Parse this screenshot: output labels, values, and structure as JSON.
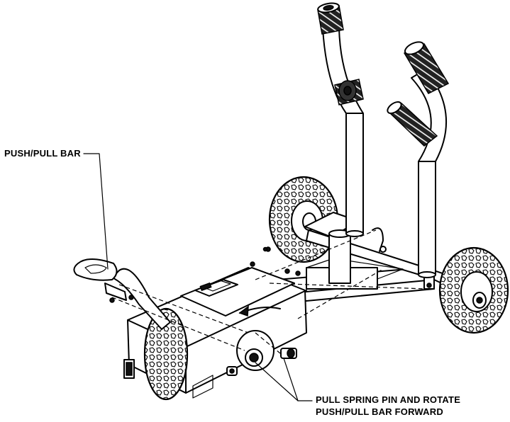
{
  "callouts": {
    "push_pull_bar": "PUSH/PULL BAR",
    "pull_pin_line1": "PULL SPRING PIN AND ROTATE",
    "pull_pin_line2": "PUSH/PULL BAR FORWARD"
  },
  "colors": {
    "line": "#000000",
    "background": "#ffffff"
  }
}
